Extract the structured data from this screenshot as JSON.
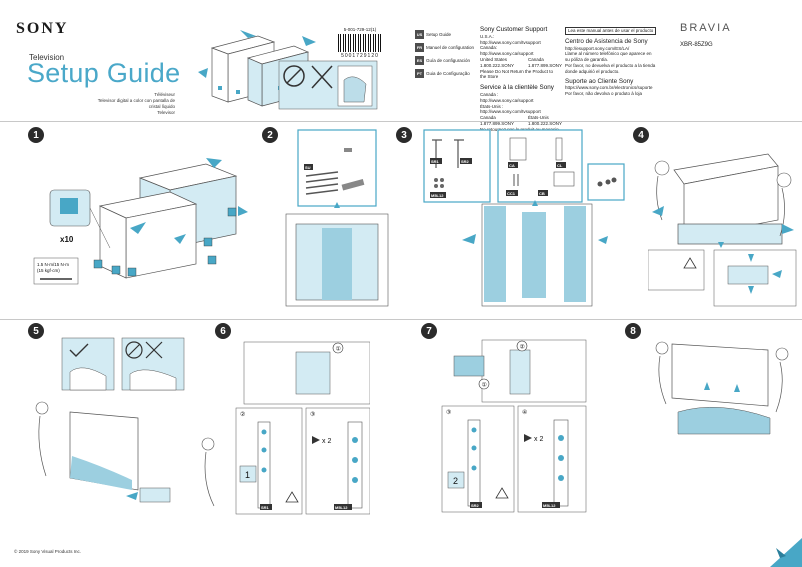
{
  "header": {
    "brand": "SONY",
    "product_line": "Television",
    "title": "Setup Guide",
    "subtitle_lines": [
      "Téléviseur",
      "Televisor digital a color con pantalla de cristal líquido",
      "Televisor"
    ],
    "part_number": "5-001-729-12(1)",
    "barcode_number": "5001729120",
    "languages": [
      {
        "code": "US",
        "label": "Setup Guide"
      },
      {
        "code": "FR",
        "label": "Manuel de configuration"
      },
      {
        "code": "ES",
        "label": "Guía de configuración"
      },
      {
        "code": "PT",
        "label": "Guia de Configuração"
      }
    ],
    "support_us": {
      "title": "Sony Customer Support",
      "lines": [
        "U.S.A.:",
        "http://www.sony.com/tvsupport",
        "Canada:",
        "http://www.sony.ca/support"
      ],
      "phone_left": [
        "United States",
        "1.800.222.SONY"
      ],
      "phone_right": [
        "Canada",
        "1.877.899.SONY"
      ],
      "note": "Please Do Not Return the Product to the Store"
    },
    "support_fr": {
      "title": "Service à la clientèle Sony",
      "lines": [
        "Canada :",
        "http://www.sony.ca/support",
        "États-Unis :",
        "http://www.sony.com/tvsupport"
      ],
      "phone_left": [
        "Canada",
        "1.877.899.SONY"
      ],
      "phone_right": [
        "États-Unis",
        "1.800.222.SONY"
      ],
      "note": "Ne retournez pas le produit au magasin"
    },
    "spanish_box": "Lea este manual antes de usar el producto",
    "support_es": {
      "title": "Centro de Asistencia de Sony",
      "lines": [
        "http://esupport.sony.com/ES/LA/",
        "Llame al número telefónico que aparece en su póliza de garantía.",
        "Por favor, no devuelva el producto a la tienda donde adquirió el producto."
      ]
    },
    "support_pt": {
      "title": "Suporte ao Cliente Sony",
      "lines": [
        "https://www.sony.com.br/electronics/suporte",
        "Por favor, não devolva o produto à loja"
      ]
    },
    "bravia": "BRAVIA",
    "model": "XBR-85Z9G"
  },
  "steps": [
    {
      "number": "1",
      "callouts": [
        "x10",
        "1.5 N·m/15 N·m",
        "(15 kgf·cm)"
      ]
    },
    {
      "number": "2",
      "callouts": [
        "SU"
      ]
    },
    {
      "number": "3",
      "callouts": [
        "SR1",
        "SR2",
        "M5L12",
        "CA",
        "CL",
        "CC1",
        "CB"
      ]
    },
    {
      "number": "4",
      "callouts": []
    },
    {
      "number": "5",
      "callouts": []
    },
    {
      "number": "6",
      "callouts": [
        "①",
        "②",
        "③",
        "1",
        "SR1",
        "M5L12",
        "x 2"
      ]
    },
    {
      "number": "7",
      "callouts": [
        "②",
        "①",
        "③",
        "④",
        "2",
        "SR2",
        "M5L12",
        "x 2"
      ]
    },
    {
      "number": "8",
      "callouts": []
    }
  ],
  "footer": {
    "copyright": "© 2019 Sony Visual Products Inc."
  },
  "colors": {
    "accent": "#4aa8c9",
    "callout_bg": "#d3ebf3",
    "highlight": "#48a7c6",
    "line": "#555555"
  }
}
